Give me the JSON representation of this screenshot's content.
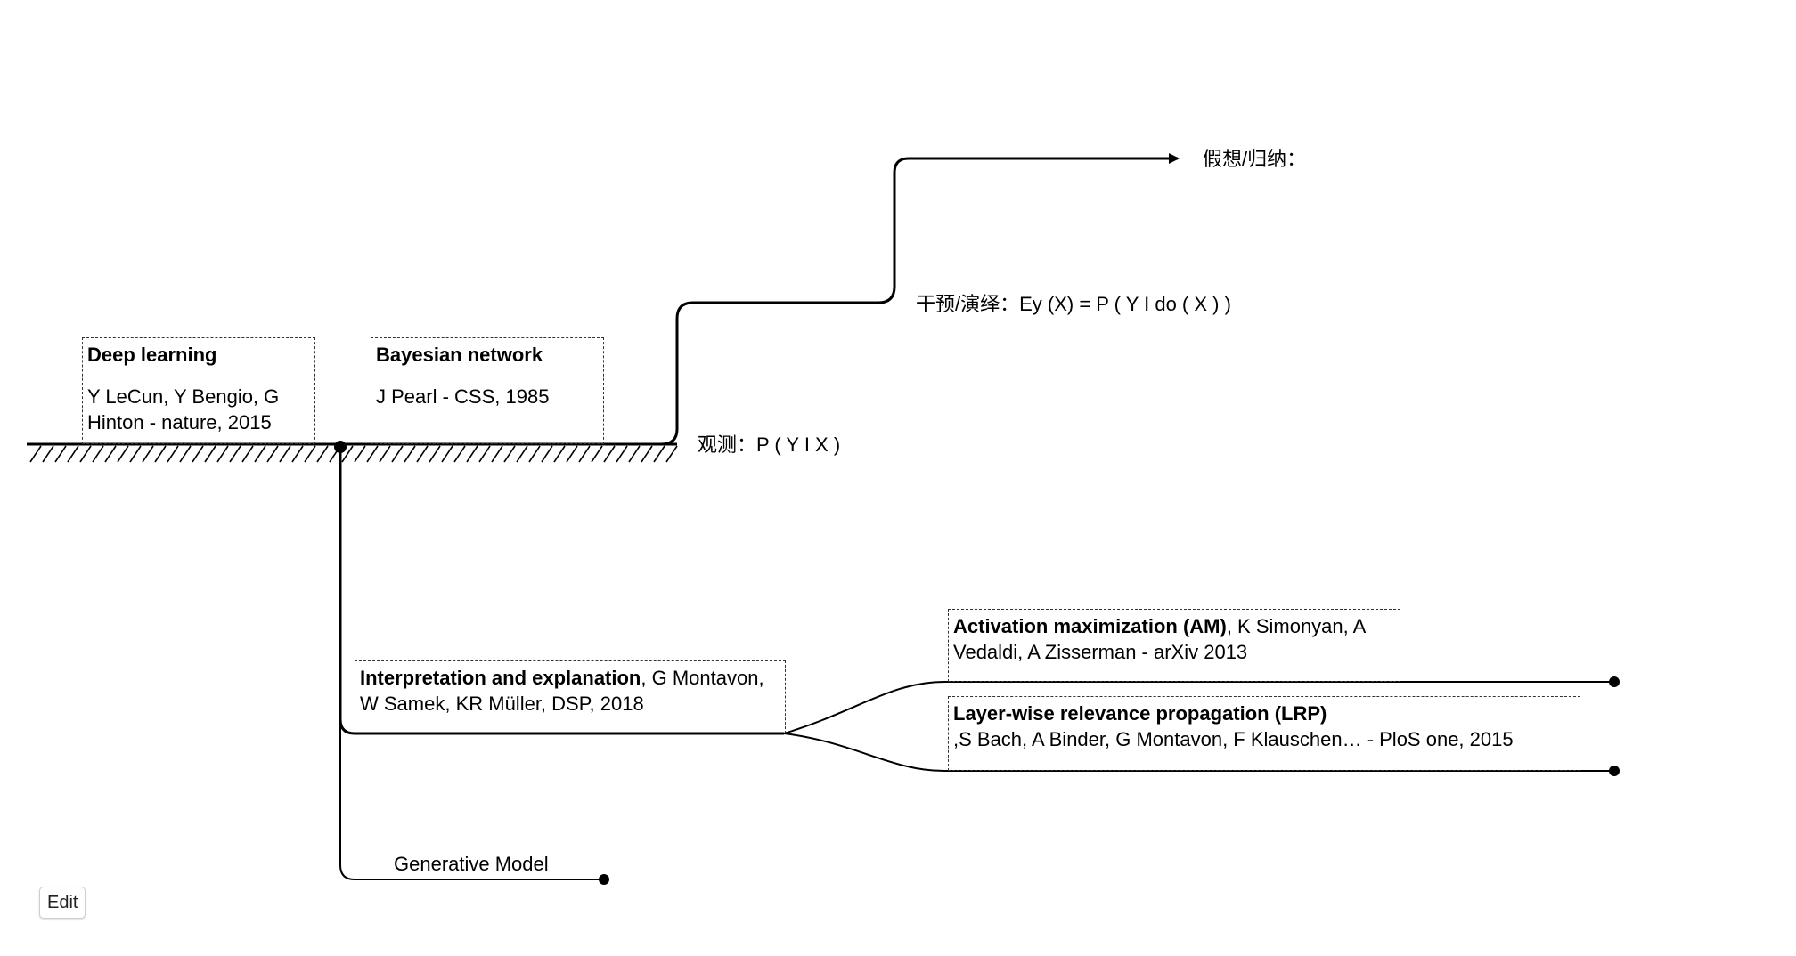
{
  "nodes": {
    "deep_learning": {
      "title": "Deep learning",
      "body": "Y LeCun, Y Bengio, G Hinton - nature, 2015"
    },
    "bayesian_network": {
      "title": "Bayesian network",
      "body": "J Pearl - CSS, 1985"
    },
    "interpretation": {
      "title": "Interpretation and explanation",
      "body": ", G Montavon, W Samek, KR Müller, DSP, 2018"
    },
    "activation_max": {
      "title": "Activation maximization (AM)",
      "body": ", K Simonyan, A Vedaldi, A Zisserman - arXiv 2013"
    },
    "lrp": {
      "title": "Layer-wise relevance propagation (LRP)",
      "body": ",S Bach, A Binder, G Montavon, F Klauschen… - PloS one, 2015"
    }
  },
  "labels": {
    "observation": "观测：P ( Y I X )",
    "intervention": "干预/演绎：Ey (X) = P ( Y I do ( X ) )",
    "hypothesis": "假想/归纳：",
    "generative_model": "Generative Model"
  },
  "toolbar": {
    "edit_label": "Edit"
  },
  "colors": {
    "line": "#000000",
    "box_border": "#333333"
  }
}
